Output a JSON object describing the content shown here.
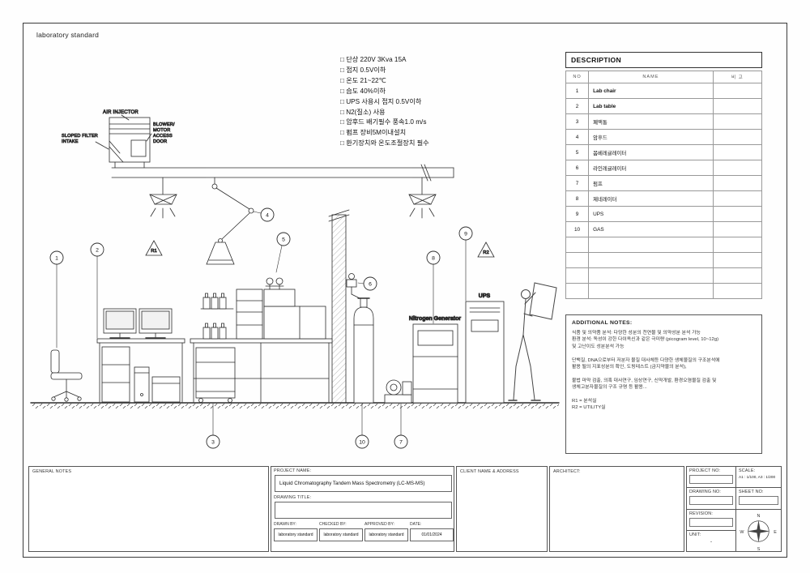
{
  "page": {
    "label": "laboratory standard"
  },
  "checklist": {
    "items": [
      "□ 단상 220V 3Kva 15A",
      "□ 접지 0.5V이하",
      "□ 온도 21~22℃",
      "□ 습도 40%이하",
      "□ UPS 사용시 접지 0.5V이하",
      "□ N2(질소) 사용",
      "□ 암후드 배기필수 풍속1.0 m/s",
      "□ 펌프 장비5M이내설치",
      "□ 환기장치와 온도조절장치 필수"
    ]
  },
  "drawing": {
    "labels": {
      "air_injector": "AIR INJECTOR",
      "blower_lines": [
        "BLOWER/",
        "MOTOR",
        "ACCESS",
        "DOOR"
      ],
      "sloped_lines": [
        "SLOPED FILTER",
        "INTAKE"
      ],
      "nitrogen_generator": "Nitrogen Generator",
      "ups": "UPS",
      "r1": "R1",
      "r2": "R2"
    },
    "callouts": [
      "1",
      "2",
      "3",
      "4",
      "5",
      "6",
      "7",
      "8",
      "9",
      "10"
    ]
  },
  "description_table": {
    "title": "DESCRIPTION",
    "headers": {
      "no": "NO",
      "name": "NAME",
      "note": "비 고"
    },
    "rows": [
      {
        "no": "1",
        "name": "Lab chair",
        "note": ""
      },
      {
        "no": "2",
        "name": "Lab table",
        "note": ""
      },
      {
        "no": "3",
        "name": "폐액통",
        "note": ""
      },
      {
        "no": "4",
        "name": "암후드",
        "note": ""
      },
      {
        "no": "5",
        "name": "봄베레귤레이터",
        "note": ""
      },
      {
        "no": "6",
        "name": "라인레귤레이터",
        "note": ""
      },
      {
        "no": "7",
        "name": "펌프",
        "note": ""
      },
      {
        "no": "8",
        "name": "제네레이터",
        "note": ""
      },
      {
        "no": "9",
        "name": "UPS",
        "note": ""
      },
      {
        "no": "10",
        "name": "GAS",
        "note": ""
      },
      {
        "no": "",
        "name": "",
        "note": ""
      },
      {
        "no": "",
        "name": "",
        "note": ""
      },
      {
        "no": "",
        "name": "",
        "note": ""
      },
      {
        "no": "",
        "name": "",
        "note": ""
      }
    ]
  },
  "additional_notes": {
    "title": "ADDITIONAL NOTES:",
    "lines": [
      "식품 및 의약품 분석: 다양한 성분의 천연물 및 의약성분 분석 가능",
      "환경 분석: 독성이 강한 다이옥신과 같은 극미량 (picogram level, 10~12g)",
      "및 고난이도 성분분석 가능",
      "",
      "단백질, DNA으로부터 저분자 물질 대사체등 다양한 생체물질의 구조분석에",
      "활용 될의 지표성분의 확인, 도핑테스트 (금지약물의 분석),",
      "",
      "불법 마약 검출, 의혹 대사연구, 임상연구, 신약개발, 환경오염물질 검출 및",
      "생체고분자물질의 구조 규명 등 활용...",
      "",
      "R1 = 분석실",
      "R2 = UTILITY실"
    ]
  },
  "title_block": {
    "general_notes_label": "GENERAL NOTES",
    "project_name_label": "PROJECT NAME:",
    "project_name": "Liquid Chromatography Tandem Mass Spectrometry (LC-MS-MS)",
    "drawing_title_label": "DRAWING TITLE:",
    "drawn_by_label": "DRAWN BY:",
    "drawn_by": "laboratory standard",
    "checked_by_label": "CHECKED BY:",
    "checked_by": "laboratory standard",
    "approved_by_label": "APPROVED BY:",
    "approved_by": "laboratory standard",
    "date_label": "DATE:",
    "date": "01/01/2024",
    "client_label": "CLIENT NAME & ADDRESS",
    "architect_label": "ARCHITECT:",
    "project_no_label": "PROJECT NO:",
    "scale_label": "SCALE:",
    "scale_value": "A1 : 1/100, A3 : 1/200",
    "drawing_no_label": "DRAWING NO:",
    "sheet_no_label": "SHEET NO:",
    "revision_label": "REVISION:",
    "unit_label": "UNIT:",
    "unit_value": "-",
    "compass": {
      "n": "N",
      "s": "S",
      "e": "E",
      "w": "W"
    }
  }
}
